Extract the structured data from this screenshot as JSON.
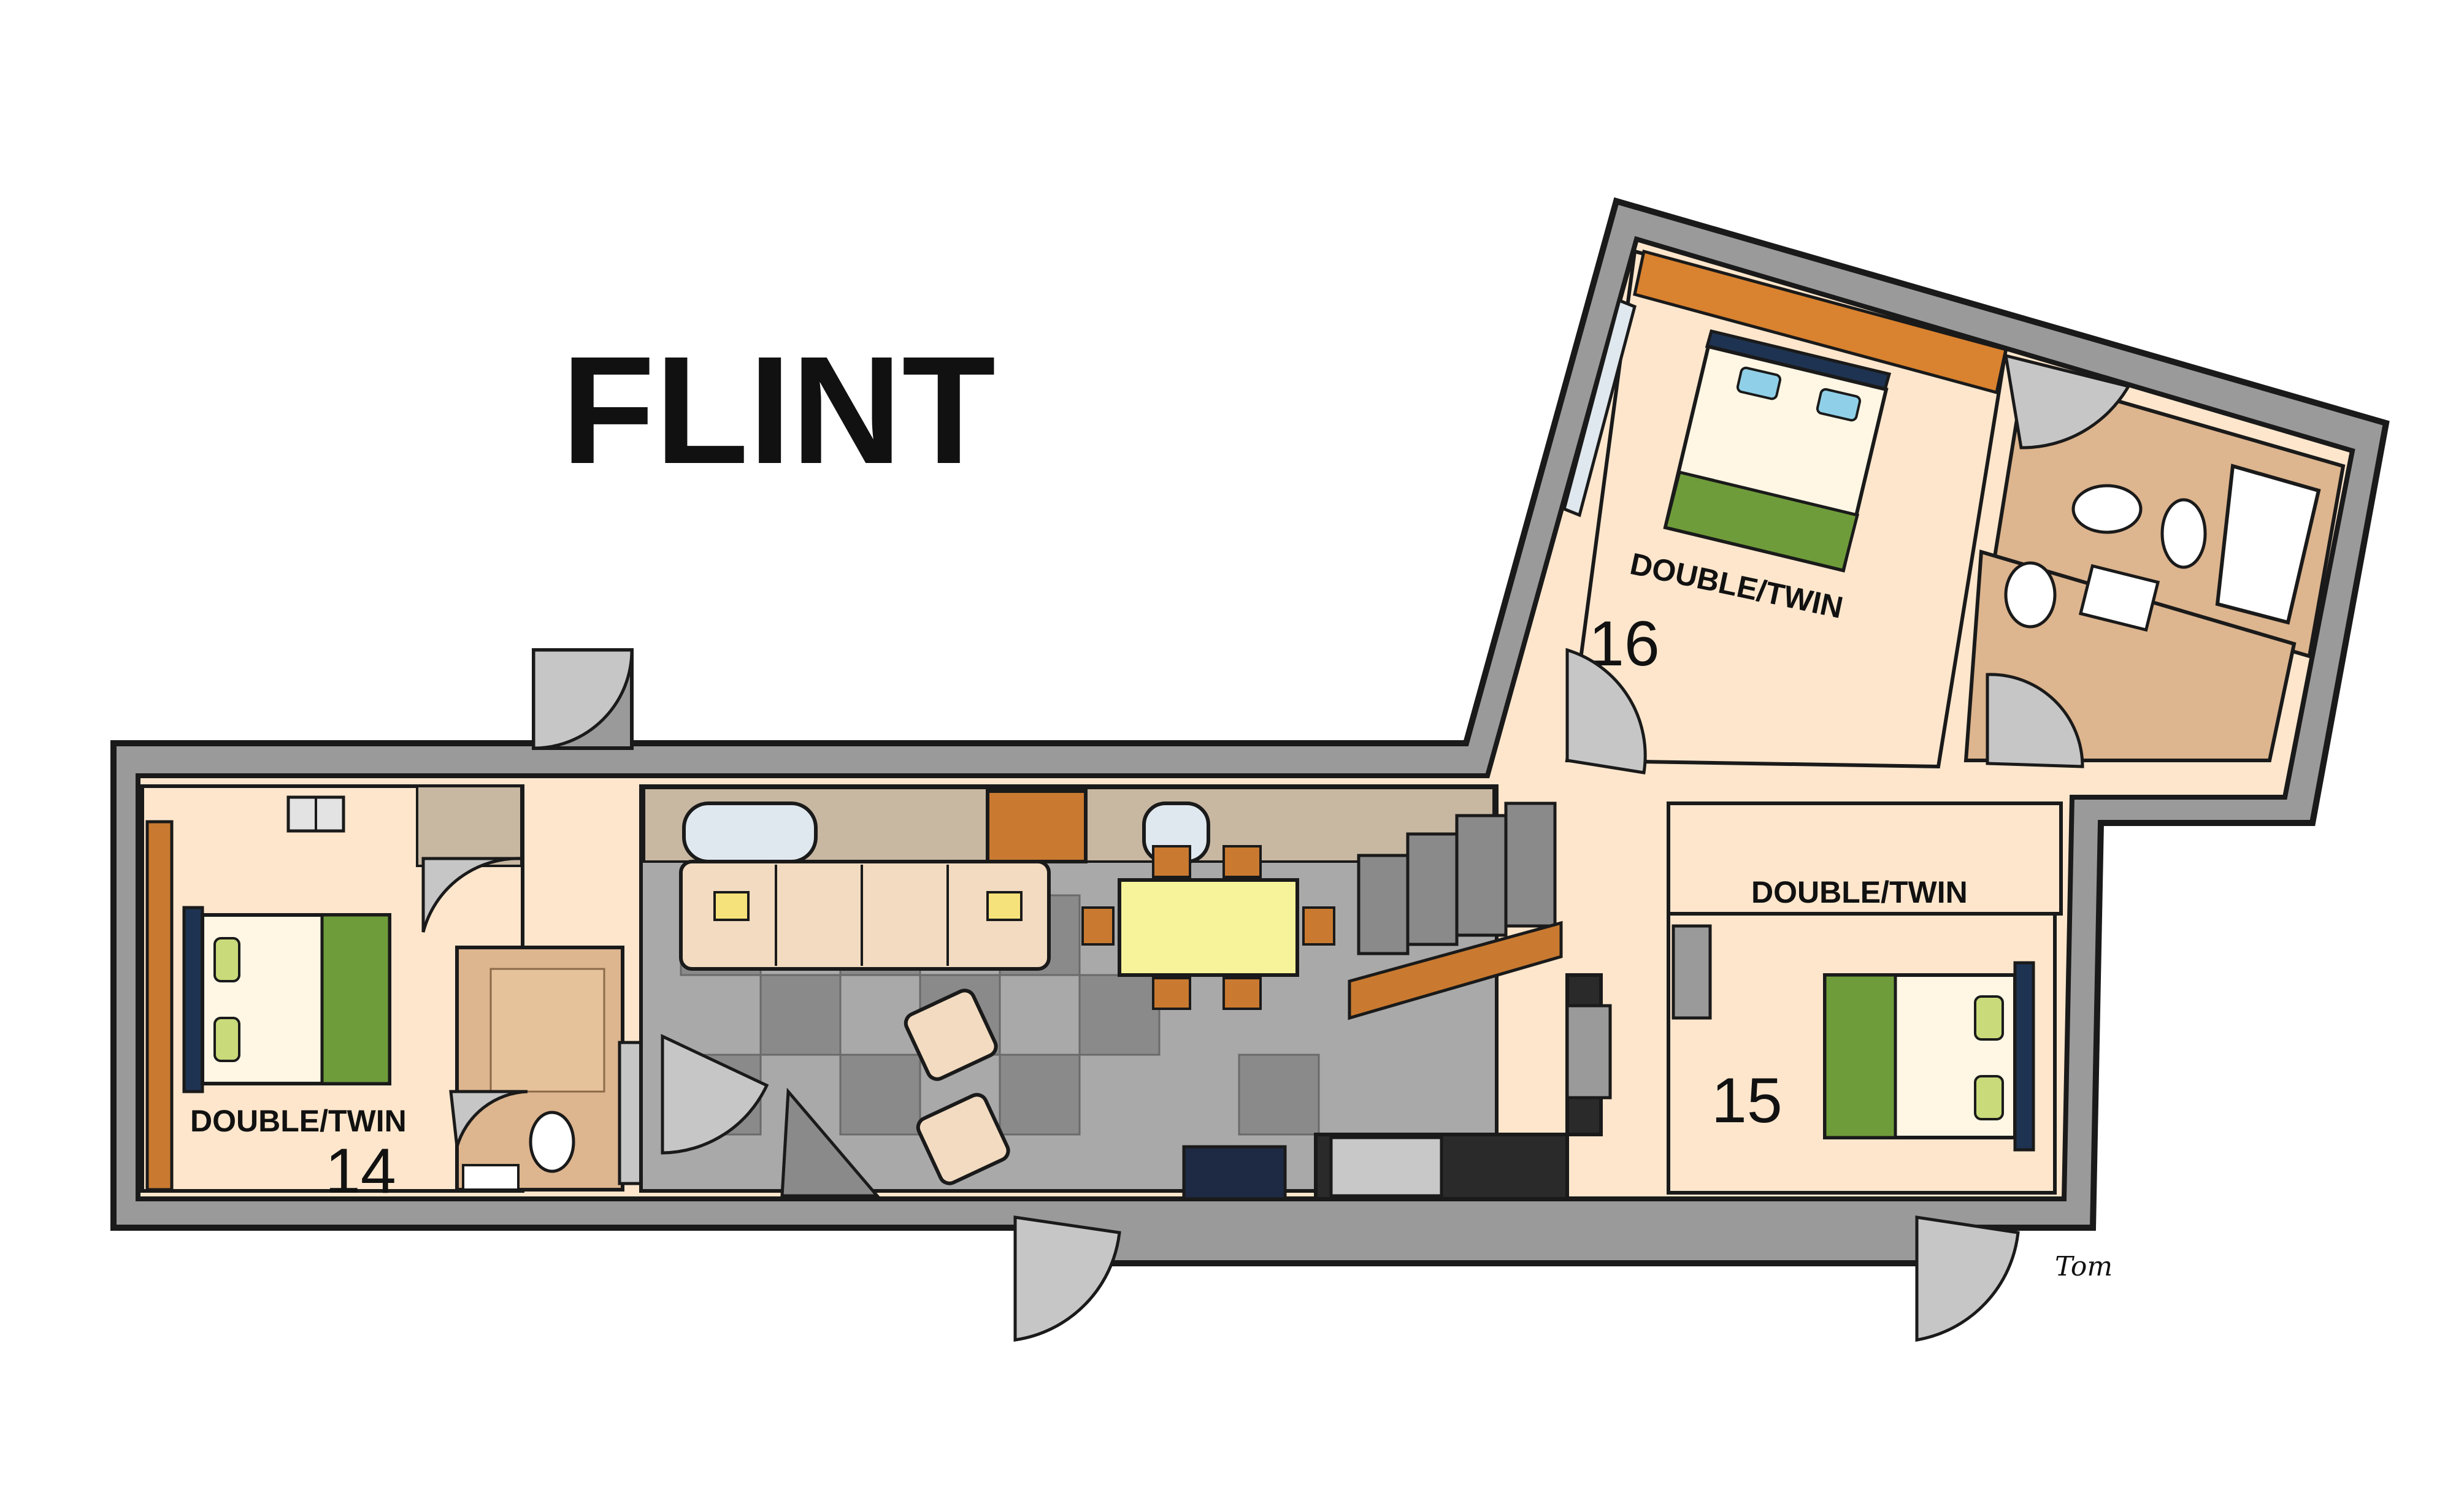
{
  "title": "FLINT",
  "rooms": [
    {
      "type": "DOUBLE/TWIN",
      "number": "14"
    },
    {
      "type": "DOUBLE/TWIN",
      "number": "15"
    },
    {
      "type": "DOUBLE/TWIN",
      "number": "16"
    }
  ],
  "signature": "Tom",
  "colors": {
    "wall": "#9a9a9a",
    "outline": "#1a1a1a",
    "bedroom_floor": "#fde6cc",
    "bathroom_tile": "#ddb58e",
    "living_tile_light": "#a9a9a9",
    "living_tile_dark": "#8a8a8a",
    "stone_wall": "#c8b8a2",
    "bed_cover": "#6f9c3a",
    "pillow": "#c8da7a",
    "headboard": "#1e3352",
    "table": "#f6f39a",
    "sofa": "#f2dbc0",
    "wood": "#c97a30",
    "kitchen": "#2a2a2a"
  }
}
